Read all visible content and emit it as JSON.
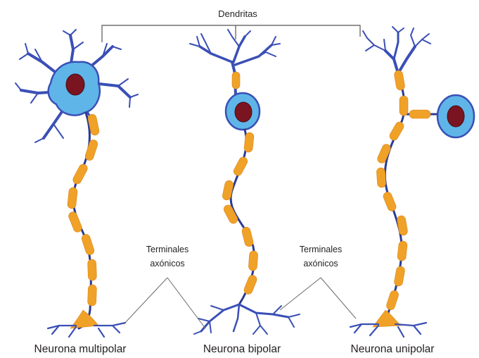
{
  "labels": {
    "dendritas": "Dendritas",
    "terminales_left_line1": "Terminales",
    "terminales_left_line2": "axónicos",
    "terminales_right_line1": "Terminales",
    "terminales_right_line2": "axónicos",
    "neuron_multipolar": "Neurona multipolar",
    "neuron_bipolar": "Neurona bipolar",
    "neuron_unipolar": "Neurona unipolar"
  },
  "colors": {
    "cell_body": "#5fb5e8",
    "nucleus": "#7a1420",
    "dendrite": "#3a4fb5",
    "axon": "#2b3a93",
    "myelin": "#f0a128"
  }
}
